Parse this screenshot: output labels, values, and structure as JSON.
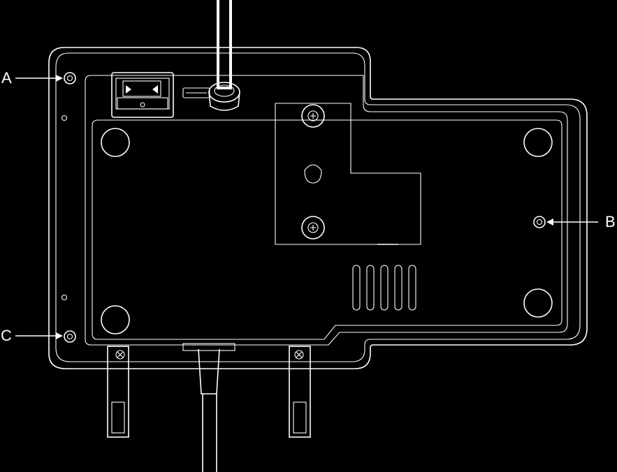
{
  "callouts": {
    "a": "A",
    "b": "B",
    "c": "C"
  },
  "icons": {
    "screws": [
      "screw-a",
      "screw-b",
      "screw-c"
    ],
    "features": [
      "power-switch",
      "cable-gland",
      "mounting-bracket",
      "ventilation-slots",
      "rubber-feet",
      "wall-clips",
      "bottom-cable"
    ]
  },
  "colors": {
    "background": "#000000",
    "line": "#ffffff"
  }
}
